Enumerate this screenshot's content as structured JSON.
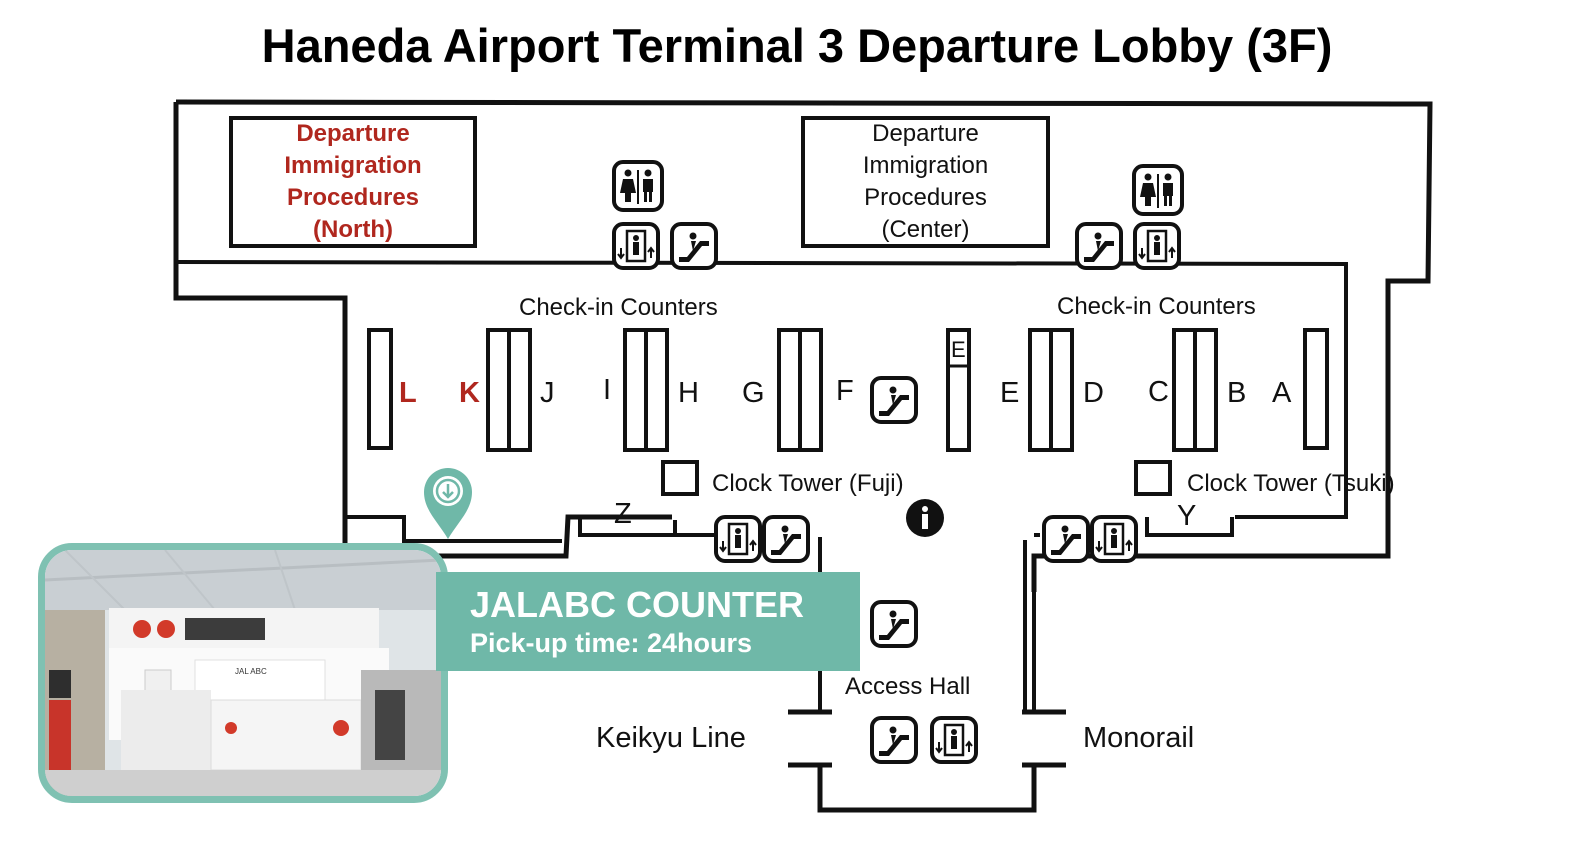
{
  "title": "Haneda Airport Terminal 3 Departure Lobby (3F)",
  "immigration_north": [
    "Departure",
    "Immigration",
    "Procedures",
    "(North)"
  ],
  "immigration_center": [
    "Departure",
    "Immigration",
    "Procedures",
    "(Center)"
  ],
  "checkin_left": "Check-in Counters",
  "checkin_right": "Check-in Counters",
  "counters": {
    "L": "L",
    "K": "K",
    "J": "J",
    "I": "I",
    "H": "H",
    "G": "G",
    "F": "F",
    "E": "E",
    "E_small": "E",
    "D": "D",
    "C": "C",
    "B": "B",
    "A": "A",
    "Z": "Z",
    "Y": "Y"
  },
  "clock_fuji": "Clock Tower (Fuji)",
  "clock_tsuki": "Clock Tower (Tsuki)",
  "access_hall": "Access Hall",
  "keikyu": "Keikyu Line",
  "monorail": "Monorail",
  "banner": {
    "title": "JALABC COUNTER",
    "subtitle": "Pick-up time: 24hours"
  },
  "photo_signs": {
    "brand": "JAL ABC"
  },
  "colors": {
    "accent": "#6fb8a8",
    "frame": "#7fc1b2",
    "highlight_text": "#b0271e"
  },
  "icons": [
    "restroom-icon",
    "elevator-icon",
    "escalator-icon",
    "info-icon",
    "location-pin-icon"
  ]
}
